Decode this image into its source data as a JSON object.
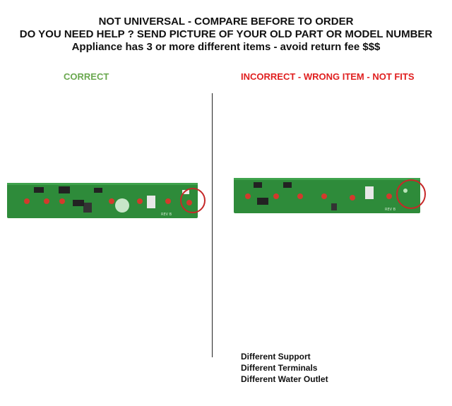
{
  "header": {
    "line1": "NOT UNIVERSAL - COMPARE BEFORE TO ORDER",
    "line2": "DO YOU NEED HELP ? SEND PICTURE OF YOUR OLD PART OR MODEL NUMBER",
    "line3": "Appliance has 3 or more different items  - avoid return fee $$$"
  },
  "left": {
    "label": "CORRECT",
    "color": "#6aa84f",
    "board_text": [
      "REV B"
    ]
  },
  "right": {
    "label": "INCORRECT - WRONG ITEM - NOT FITS",
    "color": "#e02020",
    "board_text": [
      "REV B"
    ]
  },
  "differences": [
    "Different Support",
    "Different Terminals",
    "Different Water Outlet"
  ],
  "colors": {
    "pcb": "#2e8b3a",
    "pcb_dark": "#1f6a2a",
    "button": "#d33a2c",
    "circle": "#c62828"
  }
}
